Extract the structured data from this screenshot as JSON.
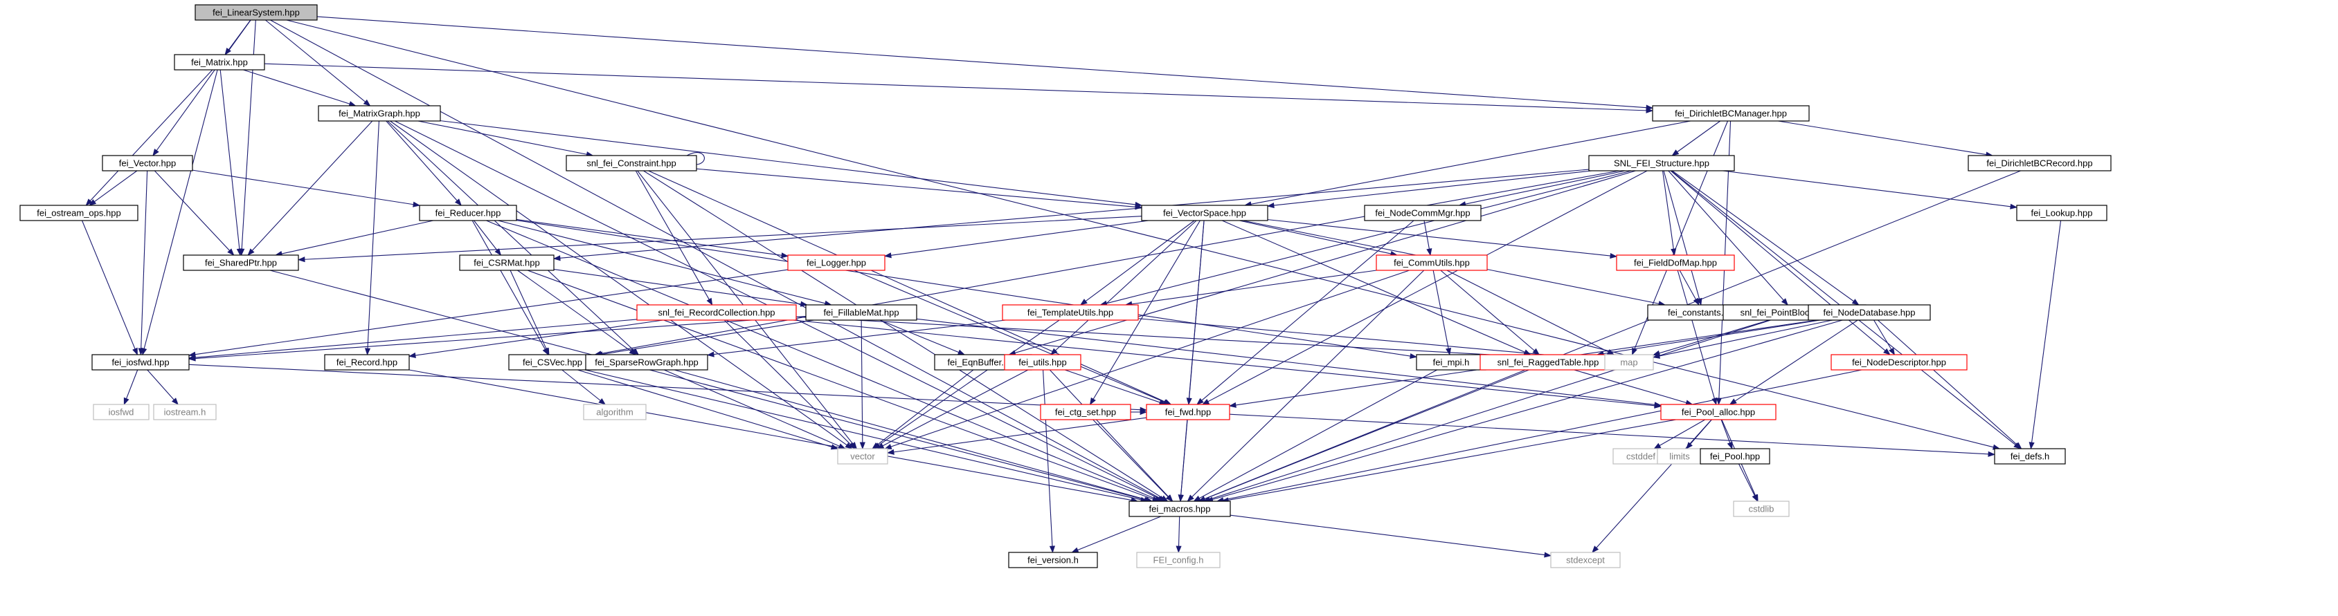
{
  "diagram": {
    "colors": {
      "root_fill": "#bfbfbf",
      "normal_stroke": "#000000",
      "linked_stroke": "#ff0000",
      "external_stroke": "#bfbfbf",
      "external_text": "#7f7f7f",
      "edge": "#191970"
    },
    "nodes": [
      {
        "id": "linearsystem",
        "label": "fei_LinearSystem.hpp",
        "kind": "root"
      },
      {
        "id": "matrix",
        "label": "fei_Matrix.hpp",
        "kind": "normal"
      },
      {
        "id": "matrixgraph",
        "label": "fei_MatrixGraph.hpp",
        "kind": "normal"
      },
      {
        "id": "vector",
        "label": "fei_Vector.hpp",
        "kind": "normal"
      },
      {
        "id": "dirichletmgr",
        "label": "fei_DirichletBCManager.hpp",
        "kind": "normal"
      },
      {
        "id": "constraint",
        "label": "snl_fei_Constraint.hpp",
        "kind": "normal"
      },
      {
        "id": "sfs",
        "label": "SNL_FEI_Structure.hpp",
        "kind": "normal"
      },
      {
        "id": "dirichletrec",
        "label": "fei_DirichletBCRecord.hpp",
        "kind": "normal"
      },
      {
        "id": "ostream",
        "label": "fei_ostream_ops.hpp",
        "kind": "normal"
      },
      {
        "id": "reducer",
        "label": "fei_Reducer.hpp",
        "kind": "normal"
      },
      {
        "id": "vectorspace",
        "label": "fei_VectorSpace.hpp",
        "kind": "normal"
      },
      {
        "id": "nodecomm",
        "label": "fei_NodeCommMgr.hpp",
        "kind": "normal"
      },
      {
        "id": "lookup",
        "label": "fei_Lookup.hpp",
        "kind": "normal"
      },
      {
        "id": "sharedptr",
        "label": "fei_SharedPtr.hpp",
        "kind": "normal"
      },
      {
        "id": "csrmat",
        "label": "fei_CSRMat.hpp",
        "kind": "normal"
      },
      {
        "id": "logger",
        "label": "fei_Logger.hpp",
        "kind": "linked"
      },
      {
        "id": "commutils",
        "label": "fei_CommUtils.hpp",
        "kind": "linked"
      },
      {
        "id": "fielddof",
        "label": "fei_FieldDofMap.hpp",
        "kind": "linked"
      },
      {
        "id": "recordcoll",
        "label": "snl_fei_RecordCollection.hpp",
        "kind": "linked"
      },
      {
        "id": "fillable",
        "label": "fei_FillableMat.hpp",
        "kind": "normal"
      },
      {
        "id": "templateutils",
        "label": "fei_TemplateUtils.hpp",
        "kind": "linked"
      },
      {
        "id": "constants",
        "label": "fei_constants.hpp",
        "kind": "normal"
      },
      {
        "id": "pointblock",
        "label": "snl_fei_PointBlockMap.hpp",
        "kind": "normal"
      },
      {
        "id": "nodedb",
        "label": "fei_NodeDatabase.hpp",
        "kind": "normal"
      },
      {
        "id": "iosfwd_hpp",
        "label": "fei_iosfwd.hpp",
        "kind": "normal"
      },
      {
        "id": "record",
        "label": "fei_Record.hpp",
        "kind": "normal"
      },
      {
        "id": "csvec",
        "label": "fei_CSVec.hpp",
        "kind": "normal"
      },
      {
        "id": "sparserow",
        "label": "fei_SparseRowGraph.hpp",
        "kind": "normal"
      },
      {
        "id": "eqnbuffer",
        "label": "fei_EqnBuffer.hpp",
        "kind": "normal"
      },
      {
        "id": "utils",
        "label": "fei_utils.hpp",
        "kind": "linked"
      },
      {
        "id": "mpi",
        "label": "fei_mpi.h",
        "kind": "normal"
      },
      {
        "id": "ragged",
        "label": "snl_fei_RaggedTable.hpp",
        "kind": "linked"
      },
      {
        "id": "map",
        "label": "map",
        "kind": "external"
      },
      {
        "id": "nodedesc",
        "label": "fei_NodeDescriptor.hpp",
        "kind": "linked"
      },
      {
        "id": "iosfwd",
        "label": "iosfwd",
        "kind": "external"
      },
      {
        "id": "iostream",
        "label": "iostream.h",
        "kind": "external"
      },
      {
        "id": "algorithm",
        "label": "algorithm",
        "kind": "external"
      },
      {
        "id": "ctgset",
        "label": "fei_ctg_set.hpp",
        "kind": "linked"
      },
      {
        "id": "fwd",
        "label": "fei_fwd.hpp",
        "kind": "linked"
      },
      {
        "id": "poolalloc",
        "label": "fei_Pool_alloc.hpp",
        "kind": "linked"
      },
      {
        "id": "vectorx",
        "label": "vector",
        "kind": "external"
      },
      {
        "id": "cstddef",
        "label": "cstddef",
        "kind": "external"
      },
      {
        "id": "limits",
        "label": "limits",
        "kind": "external"
      },
      {
        "id": "pool",
        "label": "fei_Pool.hpp",
        "kind": "normal"
      },
      {
        "id": "defs",
        "label": "fei_defs.h",
        "kind": "normal"
      },
      {
        "id": "macros",
        "label": "fei_macros.hpp",
        "kind": "normal"
      },
      {
        "id": "cstdlib",
        "label": "cstdlib",
        "kind": "external"
      },
      {
        "id": "version",
        "label": "fei_version.h",
        "kind": "normal"
      },
      {
        "id": "feiconfig",
        "label": "FEI_config.h",
        "kind": "external"
      },
      {
        "id": "stdexcept",
        "label": "stdexcept",
        "kind": "external"
      }
    ],
    "edges": [
      [
        "linearsystem",
        "matrix"
      ],
      [
        "linearsystem",
        "matrixgraph"
      ],
      [
        "linearsystem",
        "vector"
      ],
      [
        "linearsystem",
        "sharedptr"
      ],
      [
        "linearsystem",
        "macros"
      ],
      [
        "linearsystem",
        "dirichletmgr"
      ],
      [
        "linearsystem",
        "defs"
      ],
      [
        "matrix",
        "matrixgraph"
      ],
      [
        "matrix",
        "ostream"
      ],
      [
        "matrix",
        "sharedptr"
      ],
      [
        "matrix",
        "iosfwd_hpp"
      ],
      [
        "matrix",
        "dirichletmgr"
      ],
      [
        "matrixgraph",
        "constraint"
      ],
      [
        "matrixgraph",
        "reducer"
      ],
      [
        "matrixgraph",
        "vectorspace"
      ],
      [
        "matrixgraph",
        "sharedptr"
      ],
      [
        "matrixgraph",
        "record"
      ],
      [
        "matrixgraph",
        "sparserow"
      ],
      [
        "matrixgraph",
        "macros"
      ],
      [
        "matrixgraph",
        "vectorx"
      ],
      [
        "vector",
        "ostream"
      ],
      [
        "vector",
        "reducer"
      ],
      [
        "vector",
        "sharedptr"
      ],
      [
        "vector",
        "iosfwd_hpp"
      ],
      [
        "dirichletmgr",
        "sfs"
      ],
      [
        "dirichletmgr",
        "dirichletrec"
      ],
      [
        "dirichletmgr",
        "vectorspace"
      ],
      [
        "dirichletmgr",
        "poolalloc"
      ],
      [
        "dirichletmgr",
        "map"
      ],
      [
        "constraint",
        "recordcoll"
      ],
      [
        "constraint",
        "vectorspace"
      ],
      [
        "constraint",
        "macros"
      ],
      [
        "constraint",
        "vectorx"
      ],
      [
        "constraint",
        "fwd"
      ],
      [
        "sfs",
        "vectorspace"
      ],
      [
        "sfs",
        "nodecomm"
      ],
      [
        "sfs",
        "lookup"
      ],
      [
        "sfs",
        "fielddof"
      ],
      [
        "sfs",
        "pointblock"
      ],
      [
        "sfs",
        "nodedb"
      ],
      [
        "sfs",
        "constants"
      ],
      [
        "sfs",
        "templateutils"
      ],
      [
        "sfs",
        "csrmat"
      ],
      [
        "sfs",
        "nodedesc"
      ],
      [
        "sfs",
        "defs"
      ],
      [
        "sfs",
        "fwd"
      ],
      [
        "sfs",
        "csvec"
      ],
      [
        "sfs",
        "eqnbuffer"
      ],
      [
        "dirichletrec",
        "macros"
      ],
      [
        "ostream",
        "iosfwd_hpp"
      ],
      [
        "reducer",
        "sharedptr"
      ],
      [
        "reducer",
        "csrmat"
      ],
      [
        "reducer",
        "logger"
      ],
      [
        "reducer",
        "fillable"
      ],
      [
        "reducer",
        "csvec"
      ],
      [
        "reducer",
        "macros"
      ],
      [
        "reducer",
        "mpi"
      ],
      [
        "vectorspace",
        "logger"
      ],
      [
        "vectorspace",
        "commutils"
      ],
      [
        "vectorspace",
        "fielddof"
      ],
      [
        "vectorspace",
        "ragged"
      ],
      [
        "vectorspace",
        "templateutils"
      ],
      [
        "vectorspace",
        "sharedptr"
      ],
      [
        "vectorspace",
        "utils"
      ],
      [
        "vectorspace",
        "ctgset"
      ],
      [
        "vectorspace",
        "fwd"
      ],
      [
        "vectorspace",
        "macros"
      ],
      [
        "vectorspace",
        "constants"
      ],
      [
        "nodecomm",
        "commutils"
      ],
      [
        "nodecomm",
        "fwd"
      ],
      [
        "lookup",
        "defs"
      ],
      [
        "sharedptr",
        "macros"
      ],
      [
        "csrmat",
        "csvec"
      ],
      [
        "csrmat",
        "sparserow"
      ],
      [
        "csrmat",
        "fillable"
      ],
      [
        "csrmat",
        "macros"
      ],
      [
        "logger",
        "iosfwd_hpp"
      ],
      [
        "logger",
        "fwd"
      ],
      [
        "commutils",
        "templateutils"
      ],
      [
        "commutils",
        "mpi"
      ],
      [
        "commutils",
        "ragged"
      ],
      [
        "commutils",
        "map"
      ],
      [
        "commutils",
        "macros"
      ],
      [
        "commutils",
        "vectorx"
      ],
      [
        "fielddof",
        "constants"
      ],
      [
        "fielddof",
        "poolalloc"
      ],
      [
        "recordcoll",
        "iosfwd_hpp"
      ],
      [
        "recordcoll",
        "record"
      ],
      [
        "recordcoll",
        "vectorx"
      ],
      [
        "recordcoll",
        "map"
      ],
      [
        "recordcoll",
        "poolalloc"
      ],
      [
        "fillable",
        "csvec"
      ],
      [
        "fillable",
        "eqnbuffer"
      ],
      [
        "fillable",
        "iosfwd_hpp"
      ],
      [
        "fillable",
        "vectorx"
      ],
      [
        "fillable",
        "poolalloc"
      ],
      [
        "templateutils",
        "sparserow"
      ],
      [
        "templateutils",
        "vectorx"
      ],
      [
        "templateutils",
        "map"
      ],
      [
        "pointblock",
        "map"
      ],
      [
        "pointblock",
        "macros"
      ],
      [
        "nodedb",
        "map"
      ],
      [
        "nodedb",
        "nodedesc"
      ],
      [
        "nodedb",
        "poolalloc"
      ],
      [
        "nodedb",
        "defs"
      ],
      [
        "nodedb",
        "macros"
      ],
      [
        "nodedb",
        "fwd"
      ],
      [
        "nodedb",
        "ragged"
      ],
      [
        "iosfwd_hpp",
        "iosfwd"
      ],
      [
        "iosfwd_hpp",
        "iostream"
      ],
      [
        "iosfwd_hpp",
        "fwd"
      ],
      [
        "record",
        "macros"
      ],
      [
        "csvec",
        "algorithm"
      ],
      [
        "csvec",
        "vectorx"
      ],
      [
        "csvec",
        "macros"
      ],
      [
        "sparserow",
        "vectorx"
      ],
      [
        "sparserow",
        "macros"
      ],
      [
        "eqnbuffer",
        "vectorx"
      ],
      [
        "utils",
        "fwd"
      ],
      [
        "utils",
        "version"
      ],
      [
        "utils",
        "macros"
      ],
      [
        "utils",
        "vectorx"
      ],
      [
        "mpi",
        "macros"
      ],
      [
        "ragged",
        "poolalloc"
      ],
      [
        "ragged",
        "macros"
      ],
      [
        "nodedesc",
        "macros"
      ],
      [
        "ctgset",
        "fwd"
      ],
      [
        "ctgset",
        "macros"
      ],
      [
        "fwd",
        "macros"
      ],
      [
        "fwd",
        "vectorx"
      ],
      [
        "fwd",
        "defs"
      ],
      [
        "poolalloc",
        "cstddef"
      ],
      [
        "poolalloc",
        "limits"
      ],
      [
        "poolalloc",
        "pool"
      ],
      [
        "poolalloc",
        "macros"
      ],
      [
        "poolalloc",
        "stdexcept"
      ],
      [
        "poolalloc",
        "cstdlib"
      ],
      [
        "pool",
        "cstdlib"
      ],
      [
        "macros",
        "version"
      ],
      [
        "macros",
        "feiconfig"
      ],
      [
        "macros",
        "stdexcept"
      ]
    ]
  }
}
